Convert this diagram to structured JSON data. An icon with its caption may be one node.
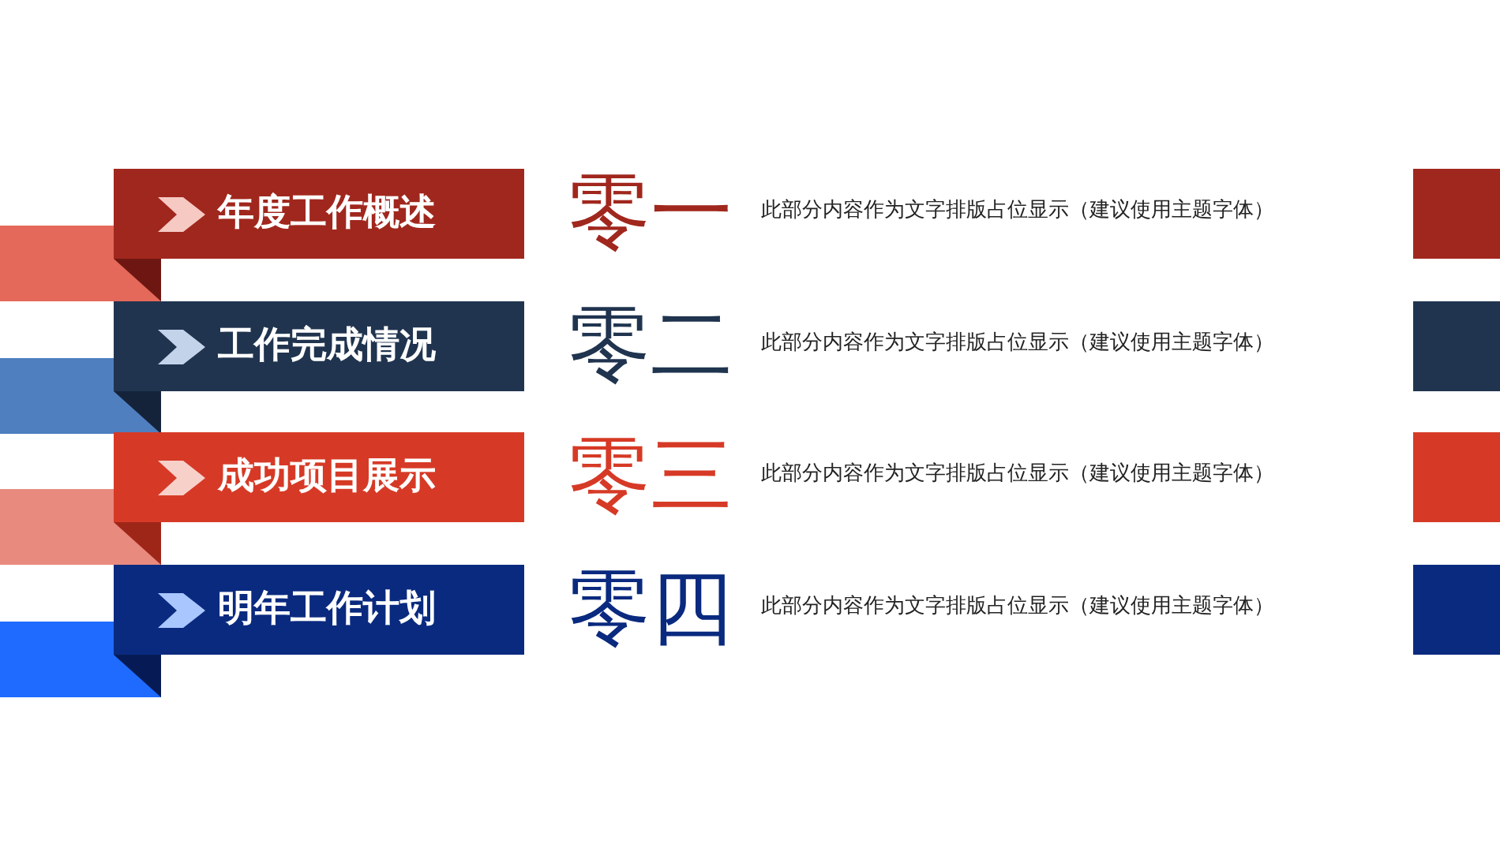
{
  "diagram": {
    "nodes": [
      {
        "text": [
          "年度工作概述"
        ]
      },
      {
        "text": [
          "工作完成情况"
        ]
      },
      {
        "text": [
          "成功项目展示"
        ]
      },
      {
        "text": [
          "明年工作计划"
        ]
      }
    ],
    "labels": [
      "零一",
      "此部分内容作为文字排版占位显示（建议使用主题字体）",
      "零二",
      "此部分内容作为文字排版占位显示（建议使用主题字体）",
      "零三",
      "此部分内容作为文字排版占位显示（建议使用主题字体）",
      "零四",
      "此部分内容作为文字排版占位显示（建议使用主题字体）"
    ]
  }
}
